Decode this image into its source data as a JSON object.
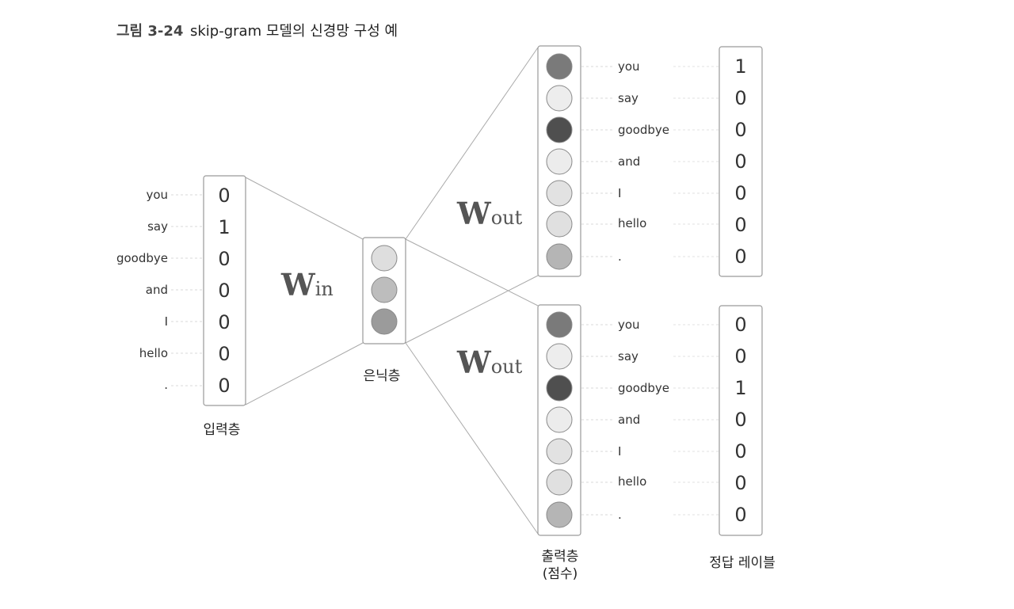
{
  "figure": {
    "number": "그림 3-24",
    "title": "skip-gram 모델의 신경망 구성 예"
  },
  "vocab": [
    "you",
    "say",
    "goodbye",
    "and",
    "I",
    "hello",
    "."
  ],
  "input_layer": {
    "label": "입력층",
    "values": [
      "0",
      "1",
      "0",
      "0",
      "0",
      "0",
      "0"
    ]
  },
  "weights": {
    "in_main": "W",
    "in_sub": "in",
    "out_main": "W",
    "out_sub": "out"
  },
  "hidden_layer": {
    "label": "은닉층",
    "node_colors": [
      "#dedede",
      "#bdbdbd",
      "#9b9b9b"
    ]
  },
  "output_layer": {
    "label_line1": "출력층",
    "label_line2": "(점수)",
    "blocks": [
      {
        "node_colors": [
          "#7a7a7a",
          "#ededed",
          "#4f4f4f",
          "#ececec",
          "#e2e2e2",
          "#e0e0e0",
          "#b5b5b5"
        ]
      },
      {
        "node_colors": [
          "#7a7a7a",
          "#ededed",
          "#4f4f4f",
          "#ececec",
          "#e2e2e2",
          "#e0e0e0",
          "#b5b5b5"
        ]
      }
    ]
  },
  "answer_label": {
    "label": "정답 레이블",
    "blocks": [
      {
        "values": [
          "1",
          "0",
          "0",
          "0",
          "0",
          "0",
          "0"
        ]
      },
      {
        "values": [
          "0",
          "0",
          "1",
          "0",
          "0",
          "0",
          "0"
        ]
      }
    ]
  }
}
